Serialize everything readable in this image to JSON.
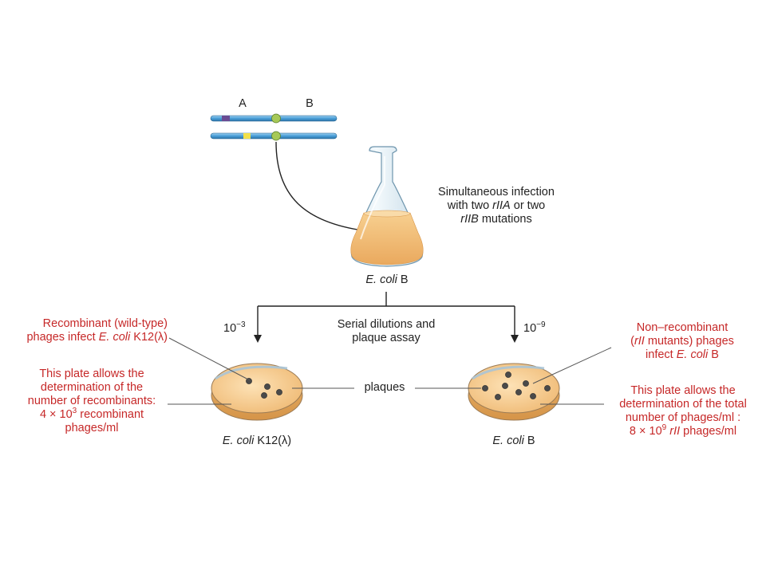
{
  "chromosome": {
    "label_a": "A",
    "label_b": "B"
  },
  "flask": {
    "caption_lines": [
      "Simultaneous infection",
      "with two rIIA or two",
      "rIIB mutations"
    ],
    "host_prefix": "E. coli",
    "host_suffix": "B"
  },
  "dilution": {
    "left_factor_base": "10",
    "left_factor_exp": "−3",
    "right_factor_base": "10",
    "right_factor_exp": "−9",
    "assay_lines": [
      "Serial dilutions and",
      "plaque assay"
    ],
    "plaques_label": "plaques"
  },
  "left_plate": {
    "annotation_lines": [
      "Recombinant (wild-type)",
      "phages infect E. coli K12(λ)"
    ],
    "note_lines": [
      "This plate allows the",
      "determination of the",
      "number of recombinants:"
    ],
    "count_prefix": "4 × 10",
    "count_exp": "3",
    "count_suffix": "recombinant",
    "count_unit": "phages/ml",
    "label_prefix": "E. coli",
    "label_suffix": "K12(λ)",
    "plaque_count": 4
  },
  "right_plate": {
    "annotation_lines": [
      "Non–recombinant",
      "(rII mutants) phages",
      "infect E. coli B"
    ],
    "note_lines": [
      "This plate allows the",
      "determination of the total",
      "number of phages/ml :"
    ],
    "count_prefix": "8 × 10",
    "count_exp": "9",
    "count_mid": "rII",
    "count_suffix": "phages/ml",
    "label_prefix": "E. coli",
    "label_suffix": "B",
    "plaque_count": 8
  },
  "colors": {
    "annotation_red": "#c62828",
    "chromosome_blue": "#4a9fd8",
    "medium_orange": "#f2c27c",
    "mutation_purple": "#6a4c93",
    "mutation_yellow": "#f2e04a",
    "marker_green": "#a7c957"
  }
}
